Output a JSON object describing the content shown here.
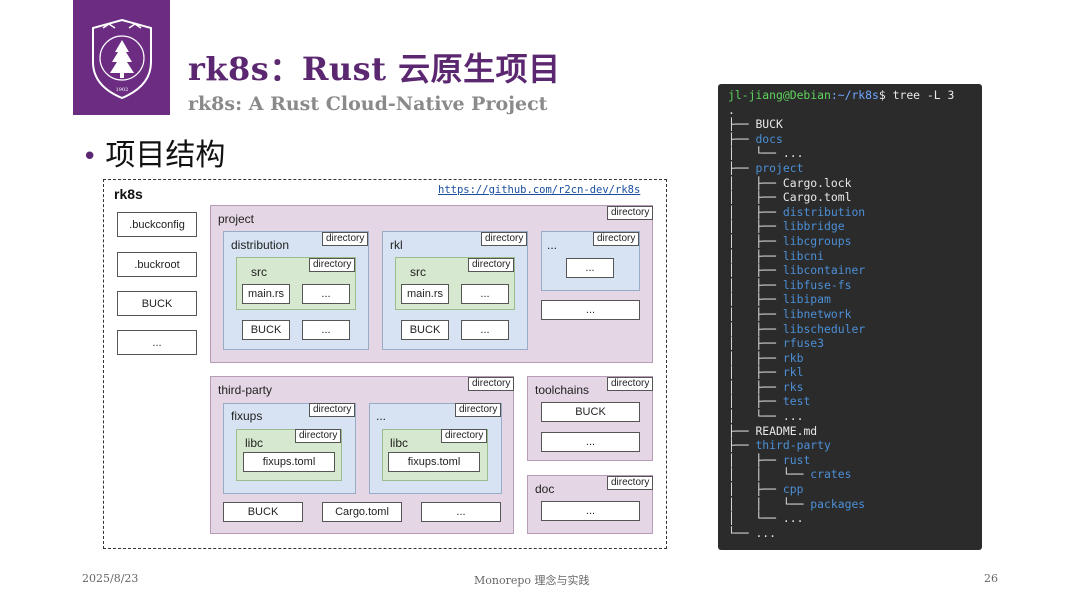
{
  "slide": {
    "title": "rk8s：Rust 云原生项目",
    "subtitle": "rk8s: A Rust Cloud-Native Project",
    "bullet": "项目结构",
    "footer_date": "2025/8/23",
    "footer_center": "Monorepo 理念与实践",
    "footer_page": "26",
    "logo_year": "1902"
  },
  "diagram": {
    "root_label": "rk8s",
    "url": "https://github.com/r2cn-dev/rk8s",
    "dir_tag": "directory",
    "root_files": [
      ".buckconfig",
      ".buckroot",
      "BUCK",
      "..."
    ],
    "project": {
      "label": "project",
      "distribution": {
        "label": "distribution",
        "src_label": "src",
        "src_files": [
          "main.rs",
          "..."
        ],
        "files": [
          "BUCK",
          "..."
        ]
      },
      "rkl": {
        "label": "rkl",
        "src_label": "src",
        "src_files": [
          "main.rs",
          "..."
        ],
        "files": [
          "BUCK",
          "..."
        ]
      },
      "more": {
        "label": "...",
        "inner": "...",
        "below": "..."
      }
    },
    "third_party": {
      "label": "third-party",
      "fixups": {
        "label": "fixups",
        "libc_label": "libc",
        "file": "fixups.toml"
      },
      "more": {
        "label": "...",
        "libc_label": "libc",
        "file": "fixups.toml"
      },
      "files": [
        "BUCK",
        "Cargo.toml",
        "..."
      ]
    },
    "toolchains": {
      "label": "toolchains",
      "files": [
        "BUCK",
        "..."
      ]
    },
    "doc": {
      "label": "doc",
      "files": [
        "..."
      ]
    }
  },
  "terminal": {
    "prompt_user": "jl-jiang@Debian",
    "prompt_path": ":~/rk8s",
    "prompt_cmd": "$ tree -L 3",
    "lines": [
      {
        "prefix": ".",
        "name": "",
        "kind": "file"
      },
      {
        "prefix": "├── ",
        "name": "BUCK",
        "kind": "file"
      },
      {
        "prefix": "├── ",
        "name": "docs",
        "kind": "dir"
      },
      {
        "prefix": "│   └── ",
        "name": "...",
        "kind": "file"
      },
      {
        "prefix": "├── ",
        "name": "project",
        "kind": "dir"
      },
      {
        "prefix": "│   ├── ",
        "name": "Cargo.lock",
        "kind": "file"
      },
      {
        "prefix": "│   ├── ",
        "name": "Cargo.toml",
        "kind": "file"
      },
      {
        "prefix": "│   ├── ",
        "name": "distribution",
        "kind": "dir"
      },
      {
        "prefix": "│   ├── ",
        "name": "libbridge",
        "kind": "dir"
      },
      {
        "prefix": "│   ├── ",
        "name": "libcgroups",
        "kind": "dir"
      },
      {
        "prefix": "│   ├── ",
        "name": "libcni",
        "kind": "dir"
      },
      {
        "prefix": "│   ├── ",
        "name": "libcontainer",
        "kind": "dir"
      },
      {
        "prefix": "│   ├── ",
        "name": "libfuse-fs",
        "kind": "dir"
      },
      {
        "prefix": "│   ├── ",
        "name": "libipam",
        "kind": "dir"
      },
      {
        "prefix": "│   ├── ",
        "name": "libnetwork",
        "kind": "dir"
      },
      {
        "prefix": "│   ├── ",
        "name": "libscheduler",
        "kind": "dir"
      },
      {
        "prefix": "│   ├── ",
        "name": "rfuse3",
        "kind": "dir"
      },
      {
        "prefix": "│   ├── ",
        "name": "rkb",
        "kind": "dir"
      },
      {
        "prefix": "│   ├── ",
        "name": "rkl",
        "kind": "dir"
      },
      {
        "prefix": "│   ├── ",
        "name": "rks",
        "kind": "dir"
      },
      {
        "prefix": "│   ├── ",
        "name": "test",
        "kind": "dir"
      },
      {
        "prefix": "│   └── ",
        "name": "...",
        "kind": "file"
      },
      {
        "prefix": "├── ",
        "name": "README.md",
        "kind": "file"
      },
      {
        "prefix": "├── ",
        "name": "third-party",
        "kind": "dir"
      },
      {
        "prefix": "│   ├── ",
        "name": "rust",
        "kind": "dir"
      },
      {
        "prefix": "│   │   └── ",
        "name": "crates",
        "kind": "dir"
      },
      {
        "prefix": "│   ├── ",
        "name": "cpp",
        "kind": "dir"
      },
      {
        "prefix": "│   │   └── ",
        "name": "packages",
        "kind": "dir"
      },
      {
        "prefix": "│   └── ",
        "name": "...",
        "kind": "file"
      },
      {
        "prefix": "└── ",
        "name": "...",
        "kind": "file"
      }
    ]
  },
  "colors": {
    "brand_purple": "#5b2770",
    "terminal_bg": "#2b2b2b",
    "dir_blue": "#4c8fd6"
  }
}
